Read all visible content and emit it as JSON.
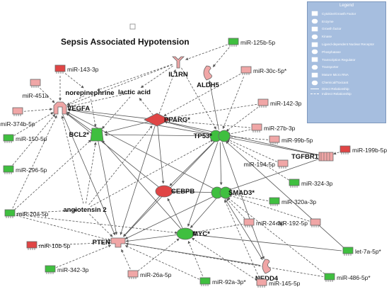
{
  "title": "Sepsis Associated Hypotension",
  "colors": {
    "up": "#e04545",
    "up_light": "#f0a6a6",
    "down": "#3fbf3f",
    "down_light": "#a7e3a0",
    "edge": "#555555"
  },
  "legend": {
    "title": "Legend",
    "items": [
      {
        "label": "Cytokine/Growth Factor",
        "icon": "cytokine-icon"
      },
      {
        "label": "Enzyme",
        "icon": "enzyme-icon"
      },
      {
        "label": "Growth factor",
        "icon": "growth-factor-icon"
      },
      {
        "label": "Kinase",
        "icon": "kinase-icon"
      },
      {
        "label": "Ligand-dependent Nuclear Receptor",
        "icon": "nuclear-receptor-icon"
      },
      {
        "label": "Phosphatase",
        "icon": "phosphatase-icon"
      },
      {
        "label": "Transcription Regulator",
        "icon": "transcription-regulator-icon"
      },
      {
        "label": "Transporter",
        "icon": "transporter-icon"
      },
      {
        "label": "Mature Micro RNA",
        "icon": "microrna-icon"
      },
      {
        "label": "Chemical/Toxicant",
        "icon": "chemical-icon"
      }
    ],
    "lines": [
      {
        "label": "Direct Relationship",
        "style": "solid"
      },
      {
        "label": "Indirect Relationship",
        "style": "dashed"
      }
    ]
  },
  "nodes": [
    {
      "id": "miR-125b-5p",
      "label": "miR-125b-5p",
      "shape": "mirna",
      "color": "down"
    },
    {
      "id": "IL1RN",
      "label": "IL1RN",
      "shape": "cytokine",
      "color": "up_light"
    },
    {
      "id": "ALDH5",
      "label": "ALDH5",
      "shape": "enzyme",
      "color": "up_light"
    },
    {
      "id": "miR-143-3p",
      "label": "miR-143-3p",
      "shape": "mirna",
      "color": "up"
    },
    {
      "id": "miR-451a",
      "label": "miR-451a",
      "shape": "mirna",
      "color": "up_light"
    },
    {
      "id": "norepinephrine",
      "label": "norepinephrine",
      "shape": "chemical",
      "color": "none"
    },
    {
      "id": "lactic acid",
      "label": "lactic acid",
      "shape": "chemical",
      "color": "none"
    },
    {
      "id": "miR-30c-5p",
      "label": "miR-30c-5p*",
      "shape": "mirna",
      "color": "up_light"
    },
    {
      "id": "miR-142-3p",
      "label": "miR-142-3p",
      "shape": "mirna",
      "color": "up_light"
    },
    {
      "id": "miR-374b-5p",
      "label": "miR-374b-5p",
      "shape": "mirna",
      "color": "up_light"
    },
    {
      "id": "VEGFA",
      "label": "VEGFA",
      "shape": "growth",
      "color": "up_light"
    },
    {
      "id": "PPARG",
      "label": "PPARG*",
      "shape": "receptor",
      "color": "up"
    },
    {
      "id": "miR-27b-3p",
      "label": "miR-27b-3p",
      "shape": "mirna",
      "color": "up_light"
    },
    {
      "id": "miR-150-5p",
      "label": "miR-150-5p",
      "shape": "mirna",
      "color": "down"
    },
    {
      "id": "BCL2",
      "label": "BCL2*",
      "shape": "transporter",
      "color": "down"
    },
    {
      "id": "TP53",
      "label": "TP53*",
      "shape": "tr",
      "color": "down"
    },
    {
      "id": "miR-99b-5p",
      "label": "miR-99b-5p",
      "shape": "mirna",
      "color": "up_light"
    },
    {
      "id": "TGFBR1",
      "label": "TGFBR1",
      "shape": "kinase",
      "color": "up_light"
    },
    {
      "id": "miR-199b-5p",
      "label": "miR-199b-5p",
      "shape": "mirna",
      "color": "up"
    },
    {
      "id": "miR-194-5p",
      "label": "miR-194-5p",
      "shape": "mirna",
      "color": "up_light"
    },
    {
      "id": "miR-296-5p",
      "label": "miR-296-5p",
      "shape": "mirna",
      "color": "down"
    },
    {
      "id": "miR-324-3p",
      "label": "miR-324-3p",
      "shape": "mirna",
      "color": "down"
    },
    {
      "id": "CEBPB",
      "label": "CEBPB",
      "shape": "tr-single",
      "color": "up"
    },
    {
      "id": "SMAD3",
      "label": "SMAD3*",
      "shape": "tr",
      "color": "down"
    },
    {
      "id": "miR-320a-3p",
      "label": "miR-320a-3p",
      "shape": "mirna",
      "color": "down"
    },
    {
      "id": "miR-20a-5p",
      "label": "miR-20a-5p",
      "shape": "mirna",
      "color": "down"
    },
    {
      "id": "angiotensin 2",
      "label": "angiotensin 2",
      "shape": "chemical",
      "color": "none"
    },
    {
      "id": "miR-24-3p",
      "label": "miR-24-3p",
      "shape": "mirna",
      "color": "up_light"
    },
    {
      "id": "miR-192-5p",
      "label": "miR-192-5p",
      "shape": "mirna",
      "color": "up_light"
    },
    {
      "id": "MYC",
      "label": "MYC*",
      "shape": "tr-single",
      "color": "down"
    },
    {
      "id": "let-7a-5p",
      "label": "let-7a-5p*",
      "shape": "mirna",
      "color": "down"
    },
    {
      "id": "miR-10b-5p",
      "label": "miR-10b-5p",
      "shape": "mirna",
      "color": "up"
    },
    {
      "id": "PTEN",
      "label": "PTEN",
      "shape": "phosphatase",
      "color": "up_light"
    },
    {
      "id": "NEDD4",
      "label": "NEDD4",
      "shape": "enzyme",
      "color": "up_light"
    },
    {
      "id": "miR-342-3p",
      "label": "miR-342-3p",
      "shape": "mirna",
      "color": "down"
    },
    {
      "id": "miR-26a-5p",
      "label": "miR-26a-5p",
      "shape": "mirna",
      "color": "up_light"
    },
    {
      "id": "miR-92a-3p",
      "label": "miR-92a-3p*",
      "shape": "mirna",
      "color": "down"
    },
    {
      "id": "miR-145-5p",
      "label": "miR-145-5p",
      "shape": "mirna",
      "color": "up_light"
    },
    {
      "id": "miR-486-5p",
      "label": "miR-486-5p*",
      "shape": "mirna",
      "color": "down"
    }
  ],
  "edges": [
    [
      "miR-125b-5p",
      "IL1RN",
      "dashed"
    ],
    [
      "miR-125b-5p",
      "ALDH5",
      "dashed"
    ],
    [
      "miR-143-3p",
      "VEGFA",
      "dashed"
    ],
    [
      "miR-143-3p",
      "norepinephrine",
      "dashed"
    ],
    [
      "miR-451a",
      "VEGFA",
      "dashed"
    ],
    [
      "miR-374b-5p",
      "VEGFA",
      "dashed"
    ],
    [
      "miR-150-5p",
      "VEGFA",
      "dashed"
    ],
    [
      "miR-296-5p",
      "VEGFA",
      "dashed"
    ],
    [
      "miR-20a-5p",
      "VEGFA",
      "dashed"
    ],
    [
      "miR-20a-5p",
      "PTEN",
      "dashed"
    ],
    [
      "miR-20a-5p",
      "BCL2",
      "dashed"
    ],
    [
      "miR-10b-5p",
      "PTEN",
      "dashed"
    ],
    [
      "miR-342-3p",
      "PTEN",
      "dashed"
    ],
    [
      "miR-26a-5p",
      "PTEN",
      "dashed"
    ],
    [
      "miR-26a-5p",
      "MYC",
      "dashed"
    ],
    [
      "miR-92a-3p",
      "PTEN",
      "dashed"
    ],
    [
      "miR-92a-3p",
      "MYC",
      "dashed"
    ],
    [
      "miR-145-5p",
      "MYC",
      "dashed"
    ],
    [
      "miR-145-5p",
      "SMAD3",
      "dashed"
    ],
    [
      "miR-486-5p",
      "PTEN",
      "dashed"
    ],
    [
      "miR-486-5p",
      "SMAD3",
      "dashed"
    ],
    [
      "let-7a-5p",
      "TP53",
      "solid"
    ],
    [
      "let-7a-5p",
      "MYC",
      "solid"
    ],
    [
      "miR-192-5p",
      "SMAD3",
      "dashed"
    ],
    [
      "miR-24-3p",
      "MYC",
      "dashed"
    ],
    [
      "miR-24-3p",
      "SMAD3",
      "dashed"
    ],
    [
      "miR-320a-3p",
      "SMAD3",
      "dashed"
    ],
    [
      "miR-324-3p",
      "TP53",
      "dashed"
    ],
    [
      "miR-194-5p",
      "TP53",
      "dashed"
    ],
    [
      "miR-99b-5p",
      "TP53",
      "dashed"
    ],
    [
      "miR-27b-3p",
      "PPARG",
      "dashed"
    ],
    [
      "miR-27b-3p",
      "TP53",
      "dashed"
    ],
    [
      "miR-142-3p",
      "TP53",
      "dashed"
    ],
    [
      "miR-142-3p",
      "PPARG",
      "dashed"
    ],
    [
      "miR-30c-5p",
      "PPARG",
      "dashed"
    ],
    [
      "miR-30c-5p",
      "TP53",
      "dashed"
    ],
    [
      "miR-199b-5p",
      "TGFBR1",
      "dashed"
    ],
    [
      "TGFBR1",
      "SMAD3",
      "solid"
    ],
    [
      "TGFBR1",
      "TP53",
      "solid"
    ],
    [
      "TP53",
      "PPARG",
      "solid"
    ],
    [
      "TP53",
      "BCL2",
      "solid"
    ],
    [
      "TP53",
      "CEBPB",
      "solid"
    ],
    [
      "TP53",
      "MYC",
      "solid"
    ],
    [
      "TP53",
      "PTEN",
      "solid"
    ],
    [
      "TP53",
      "SMAD3",
      "solid"
    ],
    [
      "TP53",
      "VEGFA",
      "solid"
    ],
    [
      "TP53",
      "NEDD4",
      "solid"
    ],
    [
      "TP53",
      "ALDH5",
      "solid"
    ],
    [
      "SMAD3",
      "MYC",
      "solid"
    ],
    [
      "SMAD3",
      "PTEN",
      "solid"
    ],
    [
      "SMAD3",
      "CEBPB",
      "solid"
    ],
    [
      "SMAD3",
      "VEGFA",
      "solid"
    ],
    [
      "SMAD3",
      "NEDD4",
      "solid"
    ],
    [
      "MYC",
      "PTEN",
      "solid"
    ],
    [
      "MYC",
      "BCL2",
      "solid"
    ],
    [
      "MYC",
      "CEBPB",
      "solid"
    ],
    [
      "PPARG",
      "CEBPB",
      "solid"
    ],
    [
      "PPARG",
      "BCL2",
      "solid"
    ],
    [
      "PPARG",
      "VEGFA",
      "solid"
    ],
    [
      "PPARG",
      "PTEN",
      "solid"
    ],
    [
      "PPARG",
      "IL1RN",
      "dashed"
    ],
    [
      "PPARG",
      "lactic acid",
      "dashed"
    ],
    [
      "CEBPB",
      "PTEN",
      "solid"
    ],
    [
      "CEBPB",
      "VEGFA",
      "solid"
    ],
    [
      "BCL2",
      "VEGFA",
      "solid"
    ],
    [
      "BCL2",
      "PTEN",
      "solid"
    ],
    [
      "IL1RN",
      "norepinephrine",
      "dashed"
    ],
    [
      "IL1RN",
      "lactic acid",
      "dashed"
    ],
    [
      "IL1RN",
      "VEGFA",
      "dashed"
    ],
    [
      "IL1RN",
      "TP53",
      "dashed"
    ],
    [
      "norepinephrine",
      "VEGFA",
      "dashed"
    ],
    [
      "norepinephrine",
      "BCL2",
      "dashed"
    ],
    [
      "lactic acid",
      "BCL2",
      "dashed"
    ],
    [
      "lactic acid",
      "VEGFA",
      "dashed"
    ],
    [
      "angiotensin 2",
      "VEGFA",
      "dashed"
    ],
    [
      "angiotensin 2",
      "PTEN",
      "dashed"
    ],
    [
      "angiotensin 2",
      "PPARG",
      "dashed"
    ],
    [
      "angiotensin 2",
      "TP53",
      "dashed"
    ],
    [
      "angiotensin 2",
      "BCL2",
      "dashed"
    ],
    [
      "VEGFA",
      "PTEN",
      "solid"
    ],
    [
      "NEDD4",
      "PTEN",
      "solid"
    ],
    [
      "TGFBR1",
      "PPARG",
      "solid"
    ],
    [
      "miR-20a-5p",
      "MYC",
      "dashed"
    ],
    [
      "miR-20a-5p",
      "angiotensin 2",
      "dashed"
    ]
  ]
}
